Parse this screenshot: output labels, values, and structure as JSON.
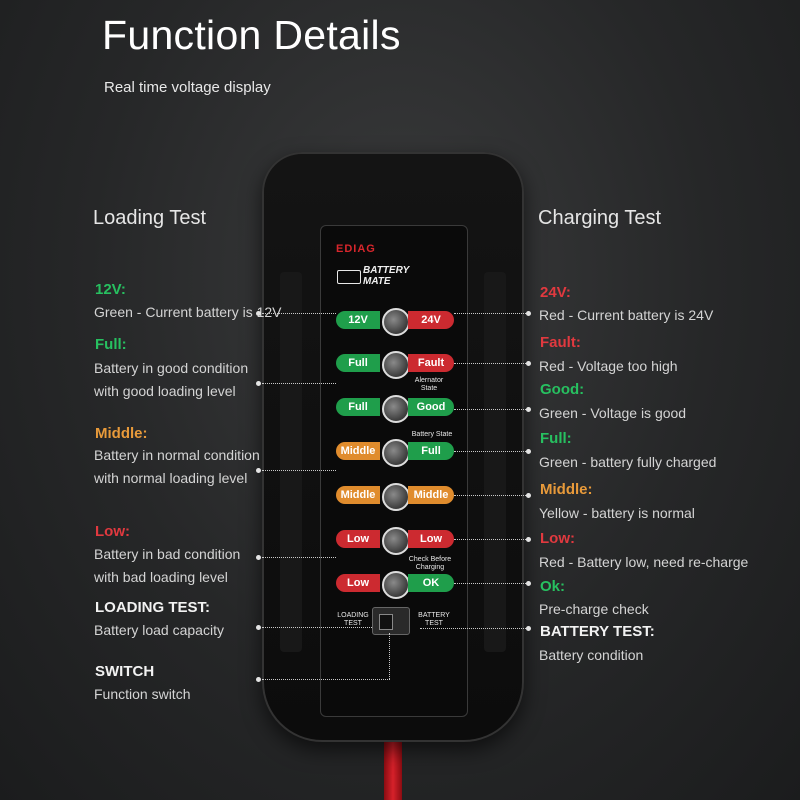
{
  "header": {
    "title": "Function Details",
    "subtitle": "Real time voltage display"
  },
  "left": {
    "heading": "Loading Test",
    "items": [
      {
        "label": "12V:",
        "desc": [
          "Green - Current battery is 12V"
        ]
      },
      {
        "label": "Full:",
        "desc": [
          "Battery in good condition",
          "with good loading level"
        ]
      },
      {
        "label": "Middle:",
        "desc": [
          "Battery in normal condition",
          "with normal loading level"
        ]
      },
      {
        "label": "Low:",
        "desc": [
          "Battery in bad condition",
          "with bad loading level"
        ]
      },
      {
        "label": "LOADING TEST:",
        "desc": [
          "Battery load capacity"
        ]
      },
      {
        "label": "SWITCH",
        "desc": [
          "Function switch"
        ]
      }
    ]
  },
  "right": {
    "heading": "Charging Test",
    "items": [
      {
        "label": "24V:",
        "desc": "Red - Current battery is 24V"
      },
      {
        "label": "Fault:",
        "desc": "Red - Voltage too high"
      },
      {
        "label": "Good:",
        "desc": "Green - Voltage is good"
      },
      {
        "label": "Full:",
        "desc": "Green - battery fully charged"
      },
      {
        "label": "Middle:",
        "desc": "Yellow - battery is normal"
      },
      {
        "label": "Low:",
        "desc": "Red - Battery low, need re-charge"
      },
      {
        "label": "Ok:",
        "desc": "Pre-charge check"
      },
      {
        "label": "BATTERY TEST:",
        "desc": "Battery condition"
      }
    ]
  },
  "device": {
    "brand": "EDIAG",
    "product": [
      "BATTERY",
      "MATE"
    ],
    "rows": [
      {
        "left": "12V",
        "right": "24V"
      },
      {
        "left": "Full",
        "right": "Fault"
      },
      {
        "left": "Full",
        "right": "Good"
      },
      {
        "left": "Middle",
        "right": "Full"
      },
      {
        "left": "Middle",
        "right": "Middle"
      },
      {
        "left": "Low",
        "right": "Low"
      },
      {
        "left": "Low",
        "right": "OK"
      }
    ],
    "captions": {
      "alternator": [
        "Alernator",
        "State"
      ],
      "battery_state": "Battery State",
      "check_before": [
        "Check Before",
        "Charging"
      ]
    },
    "switch_labels": {
      "loading": [
        "LOADING",
        "TEST"
      ],
      "battery": [
        "BATTERY",
        "TEST"
      ]
    }
  },
  "colors": {
    "green": "#27c060",
    "red": "#e1393f",
    "orange": "#e89a3a",
    "background": "#262728"
  }
}
